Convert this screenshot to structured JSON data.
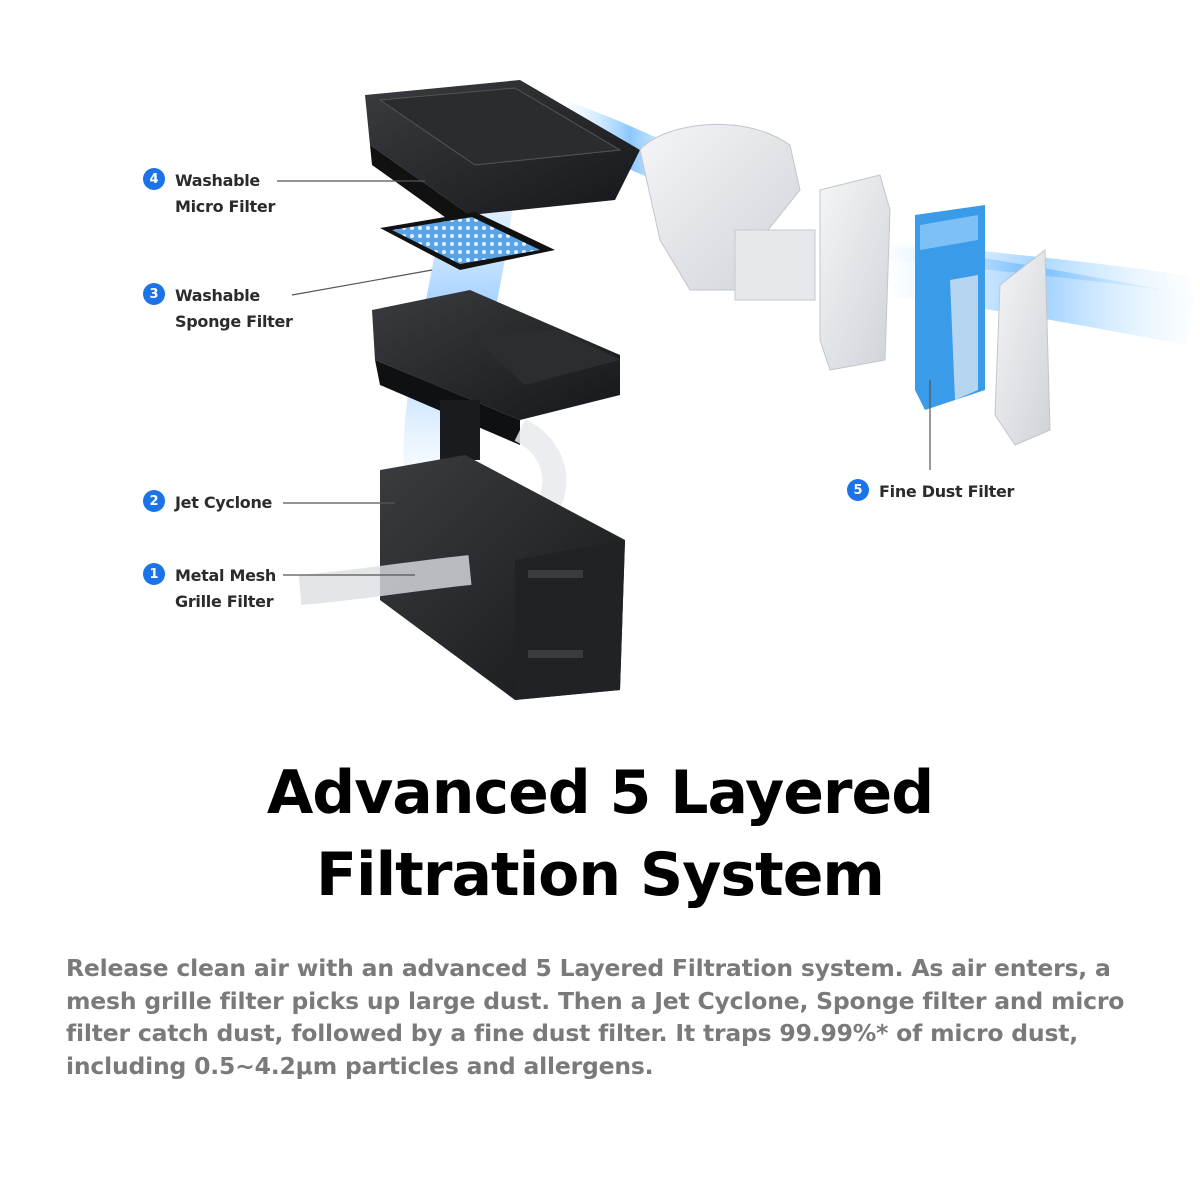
{
  "callouts": [
    {
      "number": "4",
      "label": "Washable\nMicro Filter"
    },
    {
      "number": "3",
      "label": "Washable\nSponge Filter"
    },
    {
      "number": "2",
      "label": "Jet Cyclone"
    },
    {
      "number": "1",
      "label": "Metal Mesh\nGrille Filter"
    },
    {
      "number": "5",
      "label": "Fine Dust Filter"
    }
  ],
  "headline": {
    "line1": "Advanced 5 Layered",
    "line2": "Filtration System"
  },
  "description": "Release clean air with an advanced 5 Layered Filtration system. As air enters, a mesh grille filter picks up large dust. Then a Jet Cyclone, Sponge filter and micro filter catch dust, followed by a fine dust filter. It traps 99.99%* of micro dust, including 0.5~4.2μm particles and allergens.",
  "colors": {
    "accent": "#1a73e8",
    "filter_blue": "#3a9be8",
    "body_dark": "#1e1f22",
    "headline": "#000000",
    "description": "#7a7a7a"
  }
}
